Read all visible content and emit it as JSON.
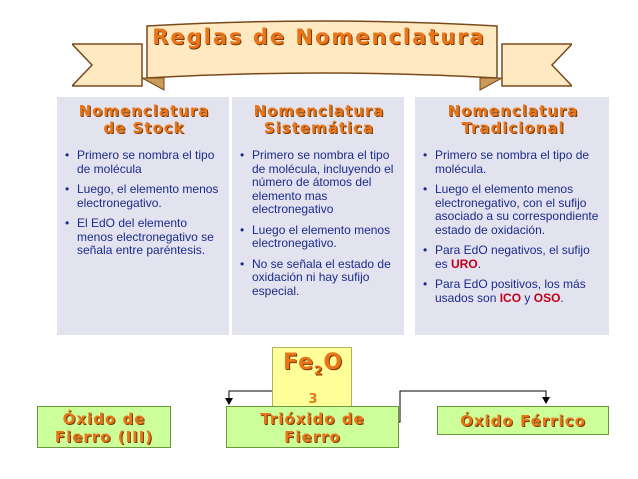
{
  "banner": {
    "title": "Reglas de Nomenclatura"
  },
  "columns": [
    {
      "title_line1": "Nomenclatura",
      "title_line2": "de Stock",
      "items": [
        "Primero se nombra el tipo de molécula",
        "Luego, el elemento menos electronegativo.",
        "El EdO del elemento menos electronegativo se señala entre paréntesis."
      ]
    },
    {
      "title_line1": "Nomenclatura",
      "title_line2": "Sistemática",
      "items": [
        "Primero se nombra el tipo de molécula, incluyendo el número de átomos del elemento mas electronegativo",
        "Luego el elemento menos electronegativo.",
        "No se señala el estado de oxidación ni hay sufijo especial."
      ]
    },
    {
      "title_line1": "Nomenclatura",
      "title_line2": "Tradicional",
      "items": [
        "Primero se nombra el tipo de molécula.",
        "Luego el elemento menos electronegativo, con el sufijo asociado a su correspondiente estado de oxidación."
      ],
      "item3": {
        "before": "Para EdO negativos, el sufijo es ",
        "highlight": "URO",
        "after": "."
      },
      "item4": {
        "before": "Para EdO positivos, los más usados son ",
        "highlight1": "ICO",
        "middle": " y ",
        "highlight2": "OSO",
        "after": "."
      }
    }
  ],
  "formula": {
    "element": "Fe",
    "subscript": "2",
    "second": "O",
    "extra": "3"
  },
  "results": [
    {
      "line1": "Óxido de",
      "line2": "Fierro (III)"
    },
    {
      "line1": "Trióxido de",
      "line2": "Fierro"
    },
    {
      "line1": "Óxido Férrico"
    }
  ],
  "colors": {
    "title_orange": "#e8751a",
    "text_blue": "#1b2a8a",
    "highlight_red": "#c0001a",
    "column_bg": "#e3e3ef",
    "formula_bg": "#ffff99",
    "result_bg": "#ccff99"
  }
}
